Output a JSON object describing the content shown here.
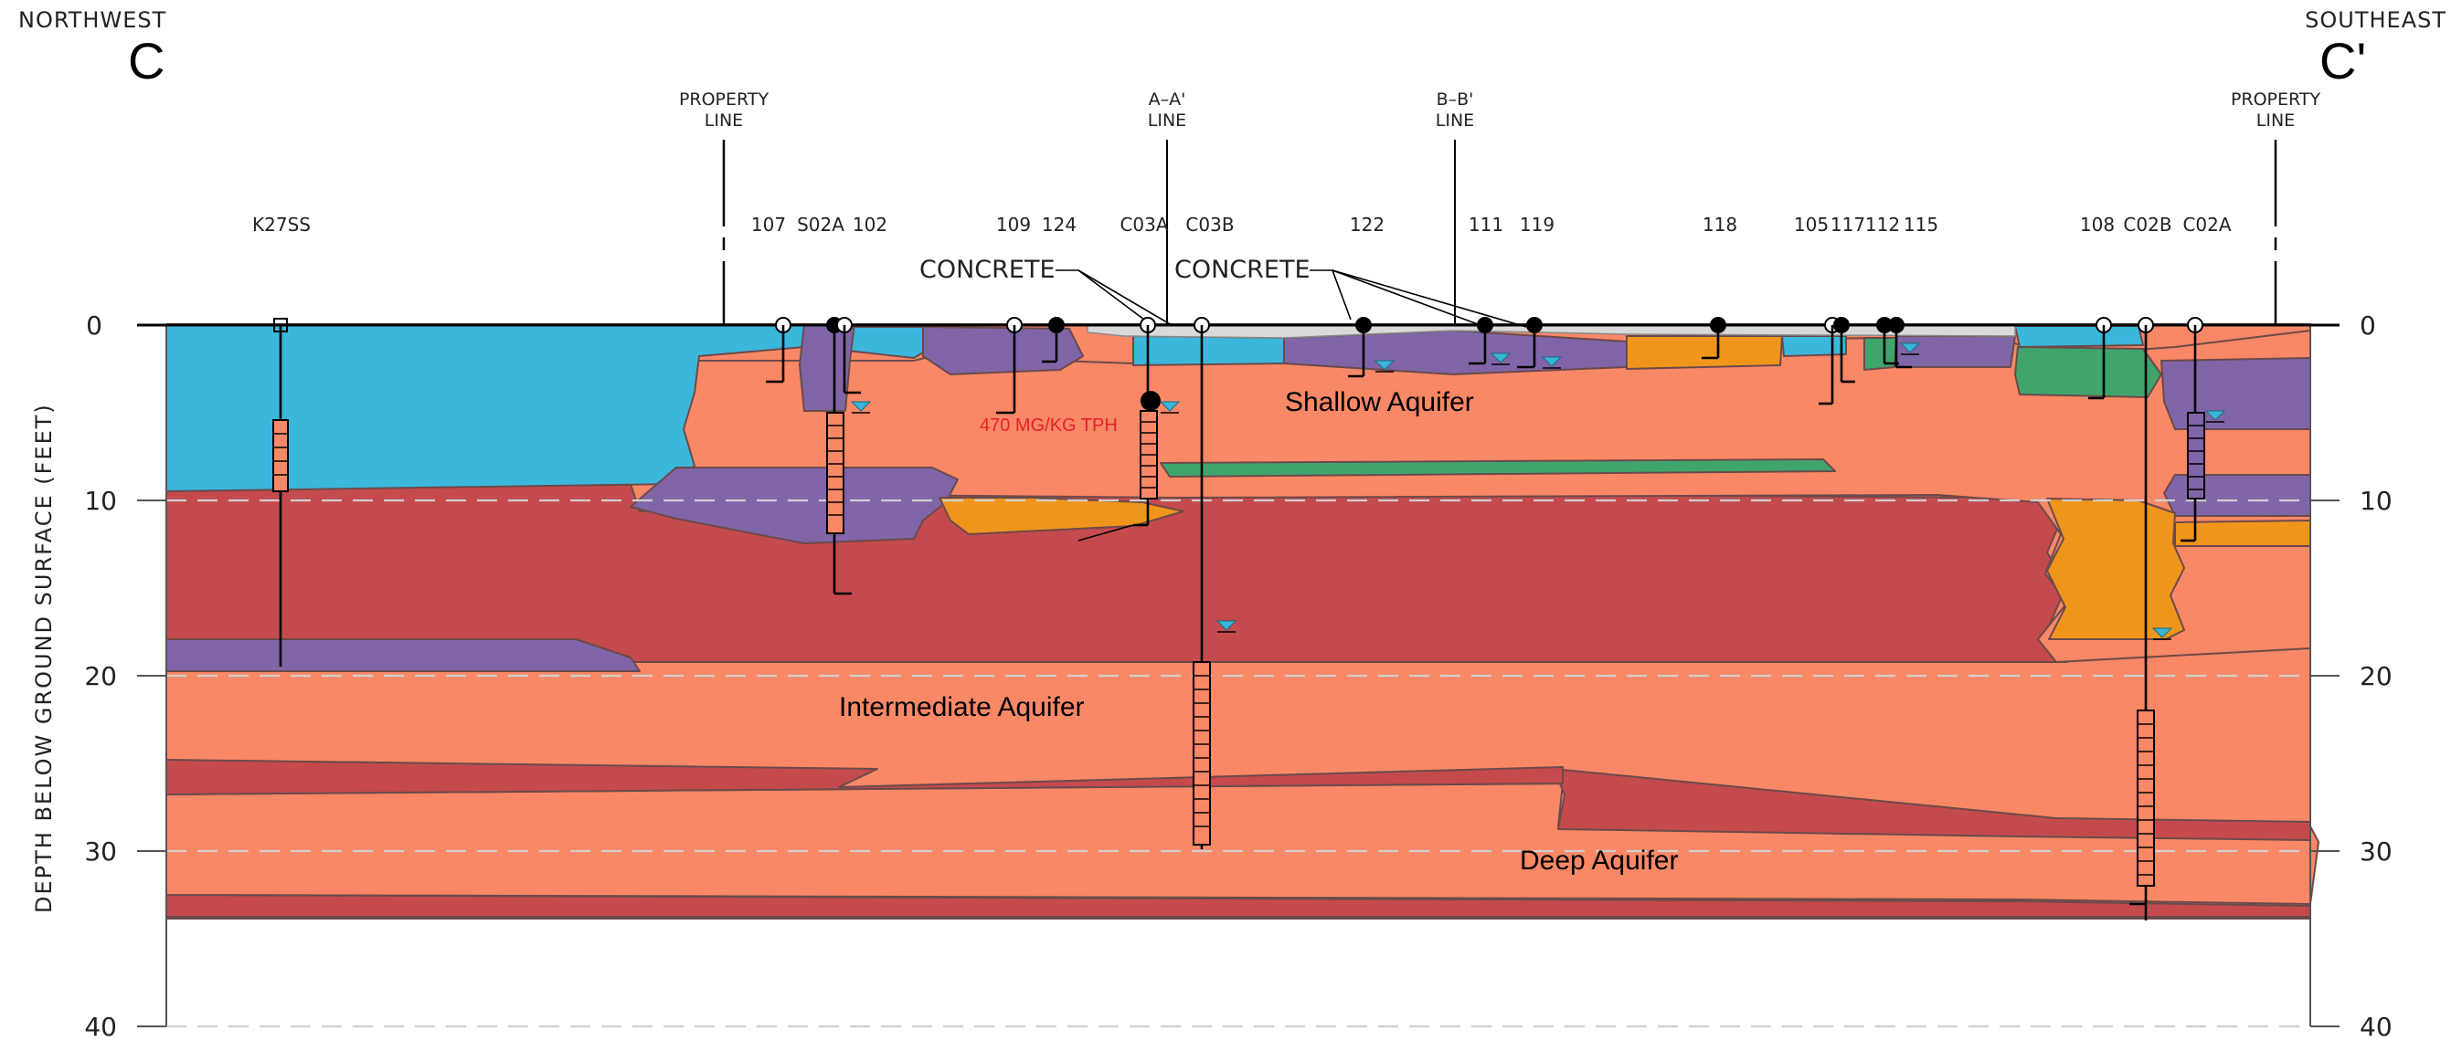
{
  "header": {
    "left_direction": "NORTHWEST",
    "left_letter": "C",
    "right_direction": "SOUTHEAST",
    "right_letter": "C'"
  },
  "reference_lines": [
    {
      "line1": "PROPERTY",
      "line2": "LINE"
    },
    {
      "line1": "A–A'",
      "line2": "LINE"
    },
    {
      "line1": "B–B'",
      "line2": "LINE"
    },
    {
      "line1": "PROPERTY",
      "line2": "LINE"
    }
  ],
  "wells": [
    "K27SS",
    "107",
    "S02A",
    "102",
    "109",
    "124",
    "C03A",
    "C03B",
    "122",
    "111",
    "119",
    "118",
    "105",
    "117",
    "112",
    "115",
    "108",
    "C02B",
    "C02A"
  ],
  "annotations": {
    "concrete_1": "CONCRETE",
    "concrete_2": "CONCRETE",
    "tph": "470 MG/KG TPH",
    "shallow": "Shallow Aquifer",
    "intermediate": "Intermediate Aquifer",
    "deep": "Deep Aquifer"
  },
  "y_axis": {
    "label": "DEPTH BELOW GROUND SURFACE (FEET)",
    "ticks": [
      "0",
      "10",
      "20",
      "30",
      "40"
    ]
  },
  "colors": {
    "sand": "#f98866",
    "clay": "#c44a4e",
    "blue": "#3bb7dc",
    "purple": "#8065a8",
    "orange": "#f0951c",
    "green": "#3fa56c",
    "concrete": "#d9d9d9",
    "tph_text": "#e8202a",
    "water_marker": "#3ab5d8"
  }
}
